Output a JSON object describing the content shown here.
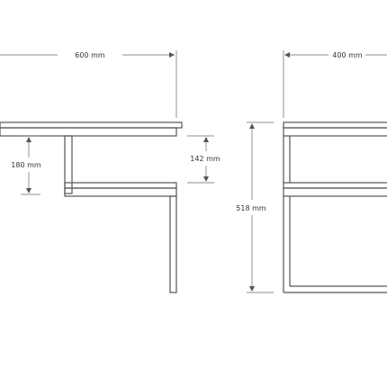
{
  "dimensions": {
    "front_width": "600 mm",
    "side_width": "400 mm",
    "leg_gap_height": "180 mm",
    "shelf_gap_height": "142 mm",
    "total_height": "518 mm"
  },
  "colors": {
    "outline": "#555555",
    "dimension_line": "#666666",
    "text": "#333333"
  }
}
